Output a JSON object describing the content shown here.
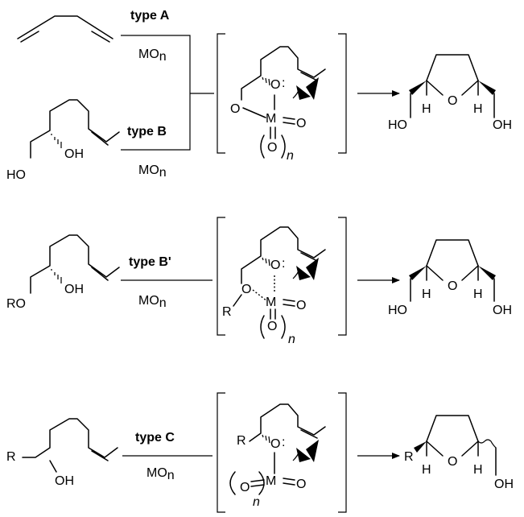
{
  "atoms": {
    "O": "O",
    "OH": "OH",
    "HO": "HO",
    "RO": "RO",
    "H": "H",
    "M": "M",
    "R": "R",
    "n": "n",
    "lone_pair": ":"
  },
  "rows": [
    {
      "labels": [
        {
          "reaction": "type A",
          "reagent_main": "MO",
          "reagent_sub": "n"
        },
        {
          "reaction": "type B",
          "reagent_main": "MO",
          "reagent_sub": "n"
        }
      ]
    },
    {
      "labels": [
        {
          "reaction": "type B'",
          "reagent_main": "MO",
          "reagent_sub": "n"
        }
      ]
    },
    {
      "labels": [
        {
          "reaction": "type C",
          "reagent_main": "MO",
          "reagent_sub": "n"
        }
      ]
    }
  ]
}
